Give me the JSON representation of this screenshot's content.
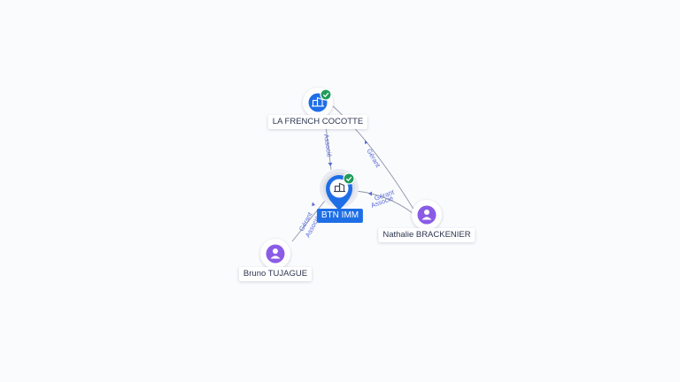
{
  "colors": {
    "company": "#1e6ee6",
    "person": "#8a5ce6",
    "verified": "#1e9b5a",
    "edge": "#8e93a8",
    "edge_label": "#5a6bd8"
  },
  "nodes": {
    "la_french_cocotte": {
      "label": "LA FRENCH COCOTTE",
      "type": "company",
      "icon": "building-icon",
      "verified": true
    },
    "btn_imm": {
      "label": "BTN IMM",
      "type": "company",
      "icon": "building-icon",
      "verified": true,
      "primary": true
    },
    "nathalie": {
      "label": "Nathalie BRACKENIER",
      "type": "person",
      "icon": "person-icon"
    },
    "bruno": {
      "label": "Bruno TUJAGUE",
      "type": "person",
      "icon": "person-icon"
    }
  },
  "edges": {
    "cocotte_btn": {
      "label": "Associé"
    },
    "nathalie_cocotte": {
      "label": "Gérant"
    },
    "nathalie_btn_1": {
      "label": "Gérant"
    },
    "nathalie_btn_2": {
      "label": "Associé"
    },
    "bruno_btn_1": {
      "label": "Gérant"
    },
    "bruno_btn_2": {
      "label": "Associé"
    }
  }
}
